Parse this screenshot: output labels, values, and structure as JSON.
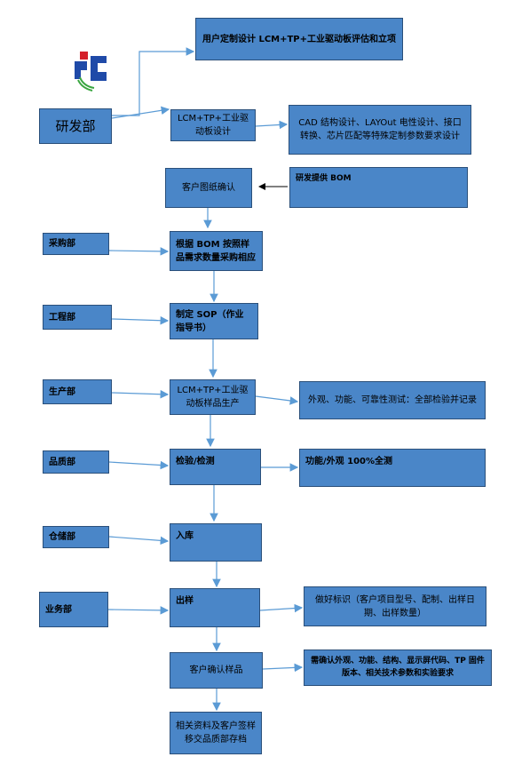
{
  "colors": {
    "box_fill": "#4a86c8",
    "box_border": "#2a4f7a",
    "arrow": "#5b9bd5",
    "arrow_dark": "#000000"
  },
  "logo": {
    "icon": "company-logo-icon"
  },
  "top_box": "用户定制设计 LCM+TP+工业驱动板评估和立项",
  "rd_dept": "研发部",
  "lcm_design": "LCM+TP+工业驱动板设计",
  "cad_design": "CAD 结构设计、LAYOut 电性设计、接口转换、芯片匹配等特殊定制参数要求设计",
  "customer_drawing": "客户图纸确认",
  "rd_bom": "研发提供 BOM",
  "purchase_dept": "采购部",
  "purchase_step": "根据 BOM 按照样品需求数量采购相应",
  "engineering_dept": "工程部",
  "sop_step": "制定 SOP（作业指导书）",
  "production_dept": "生产部",
  "production_step": "LCM+TP+工业驱动板样品生产",
  "test_note": "外观、功能、可靠性测试：全部检验并记录",
  "quality_dept": "品质部",
  "inspection_step": "检验/检测",
  "inspection_note": "功能/外观 100%全测",
  "warehouse_dept": "仓储部",
  "warehouse_step": "入库",
  "sales_dept": "业务部",
  "sample_out": "出样",
  "label_note": "做好标识（客户项目型号、配制、出样日期、出样数量）",
  "customer_confirm": "客户确认样品",
  "confirm_note": "需确认外观、功能、结构、显示屏代码、TP 固件版本、相关技术参数和实验要求",
  "archive_step": "相关资料及客户签样移交品质部存档"
}
